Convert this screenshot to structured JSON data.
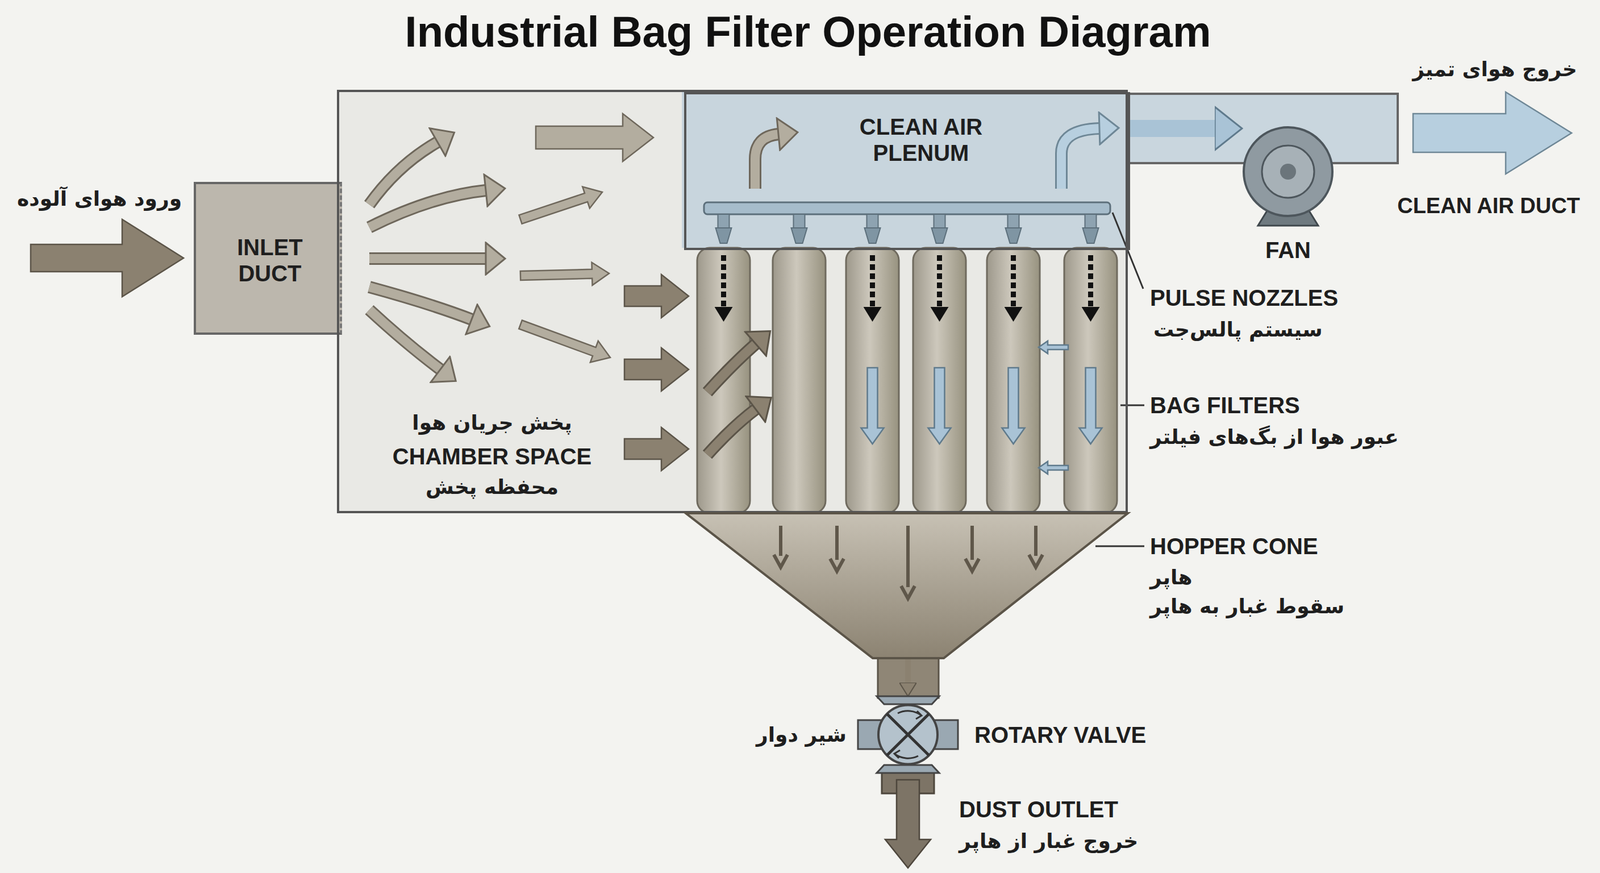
{
  "diagram": {
    "title": "Industrial Bag Filter Operation Diagram",
    "nodes": [
      {
        "text": [
          "INLET DUCT"
        ]
      },
      {
        "text": [
          "پخش جریان هوا",
          "CHAMBER SPACE",
          "محفظه پخش"
        ]
      },
      {
        "text": [
          "CLEAN AIR PLENUM"
        ],
        "in": 1
      },
      {
        "text": [
          "FAN"
        ]
      },
      {
        "text": [
          "HOPPER CONE",
          "هاپر",
          "سقوط غبار به هاپر"
        ]
      },
      {
        "text": [
          "شیر دوار",
          "ROTARY VALVE"
        ]
      }
    ],
    "edges": [
      {
        "from": 2,
        "to": 3,
        "arrow": "to"
      },
      {
        "from": 4,
        "to": 5,
        "arrow": "to"
      }
    ],
    "labels": [
      "ورود هوای آلوده",
      "خروج هوای تمیز",
      "CLEAN AIR DUCT",
      "PULSE NOZZLES",
      "سیستم پالس‌جت",
      "BAG FILTERS",
      "عبور هوا از بگ‌های فیلتر",
      "DUST OUTLET",
      "خروج غبار از هاپر"
    ]
  }
}
